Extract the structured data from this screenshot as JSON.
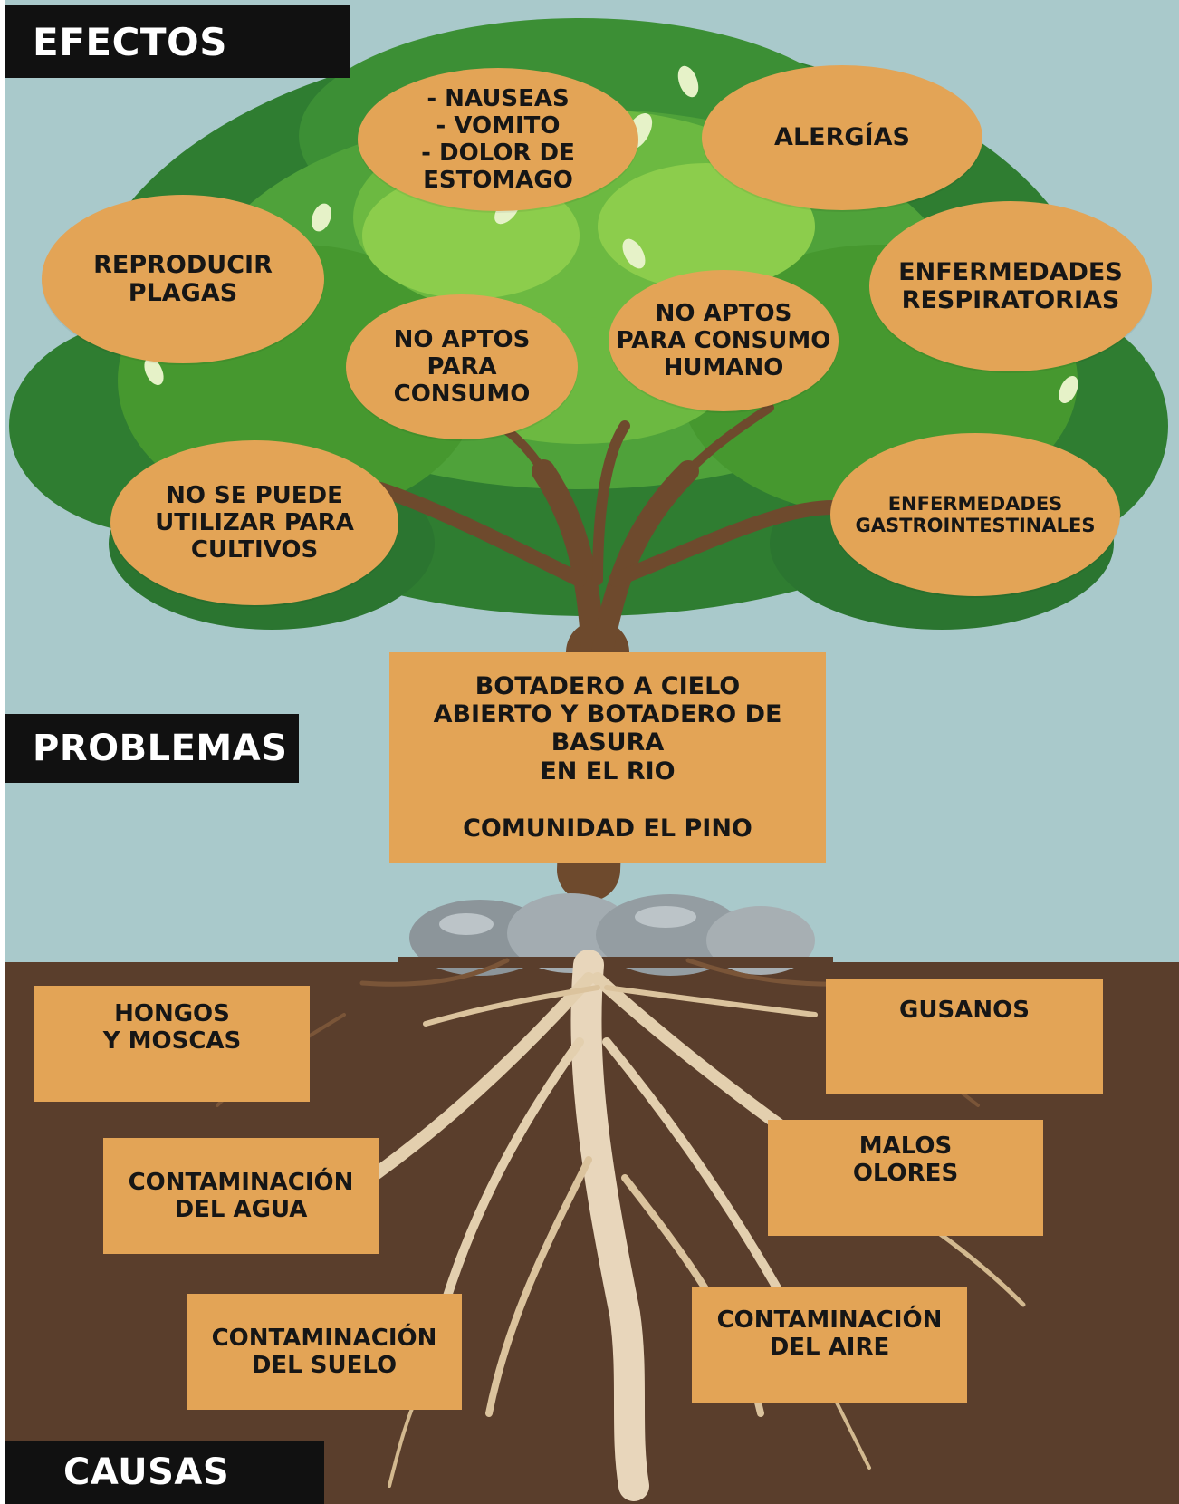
{
  "headers": {
    "efectos": "EFECTOS",
    "problemas": "PROBLEMAS",
    "causas": "CAUSAS"
  },
  "efectos": [
    {
      "lines": [
        "- NAUSEAS",
        "- VOMITO",
        "- DOLOR DE",
        "ESTOMAGO"
      ]
    },
    {
      "lines": [
        "ALERGÍAS"
      ]
    },
    {
      "lines": [
        "REPRODUCIR",
        "PLAGAS"
      ]
    },
    {
      "lines": [
        "ENFERMEDADES",
        "RESPIRATORIAS"
      ]
    },
    {
      "lines": [
        "NO APTOS",
        "PARA",
        "CONSUMO"
      ]
    },
    {
      "lines": [
        "NO APTOS",
        "PARA CONSUMO",
        "HUMANO"
      ]
    },
    {
      "lines": [
        "NO SE PUEDE",
        "UTILIZAR PARA",
        "CULTIVOS"
      ]
    },
    {
      "lines": [
        "ENFERMEDADES",
        "GASTROINTESTINALES"
      ]
    }
  ],
  "problema": {
    "lines": [
      "BOTADERO A CIELO",
      "ABIERTO Y BOTADERO DE",
      "BASURA",
      "EN EL RIO"
    ],
    "community": "COMUNIDAD EL PINO"
  },
  "causas": [
    {
      "lines": [
        "HONGOS",
        "Y MOSCAS"
      ]
    },
    {
      "lines": [
        "GUSANOS"
      ]
    },
    {
      "lines": [
        "CONTAMINACIÓN",
        "DEL AGUA"
      ]
    },
    {
      "lines": [
        "MALOS",
        "OLORES"
      ]
    },
    {
      "lines": [
        "CONTAMINACIÓN",
        "DEL SUELO"
      ]
    },
    {
      "lines": [
        "CONTAMINACIÓN",
        "DEL AIRE"
      ]
    }
  ],
  "colors": {
    "sky": "#a9c9cb",
    "soil": "#5a3e2c",
    "box": "#e3a456",
    "header": "#111111",
    "trunk": "#6e4a2d",
    "root": "#e8d6bb",
    "leaf_dark": "#2f7d31",
    "leaf_mid": "#4fa23a",
    "leaf_light": "#8ccd4c",
    "stone": "#9aa3a8"
  }
}
